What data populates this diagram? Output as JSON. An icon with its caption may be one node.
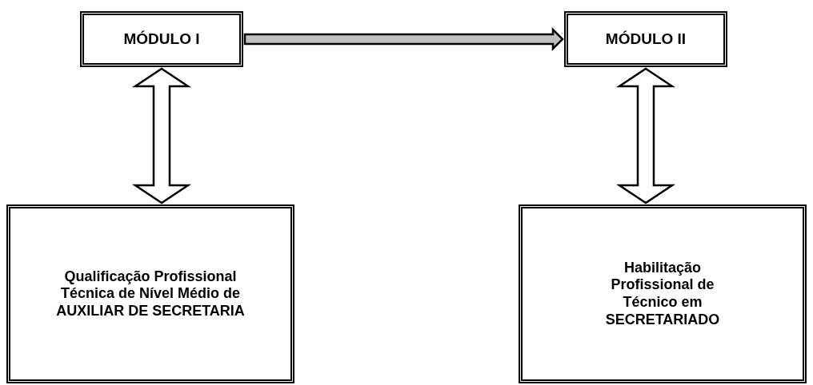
{
  "diagram": {
    "nodes": [
      {
        "text": [
          "MÓDULO I"
        ]
      },
      {
        "text": [
          "MÓDULO II"
        ]
      },
      {
        "text": [
          "Qualificação Profissional Técnica de Nível Médio de AUXILIAR DE SECRETARIA"
        ]
      },
      {
        "text": [
          "Habilitação Profissional de Técnico em SECRETARIADO"
        ]
      }
    ],
    "edges": [
      {
        "from": 0,
        "to": 1,
        "arrow": "to",
        "color": "#c0c0c0"
      },
      {
        "from": 0,
        "to": 2,
        "arrow": "both"
      },
      {
        "from": 1,
        "to": 3,
        "arrow": "both"
      }
    ]
  }
}
